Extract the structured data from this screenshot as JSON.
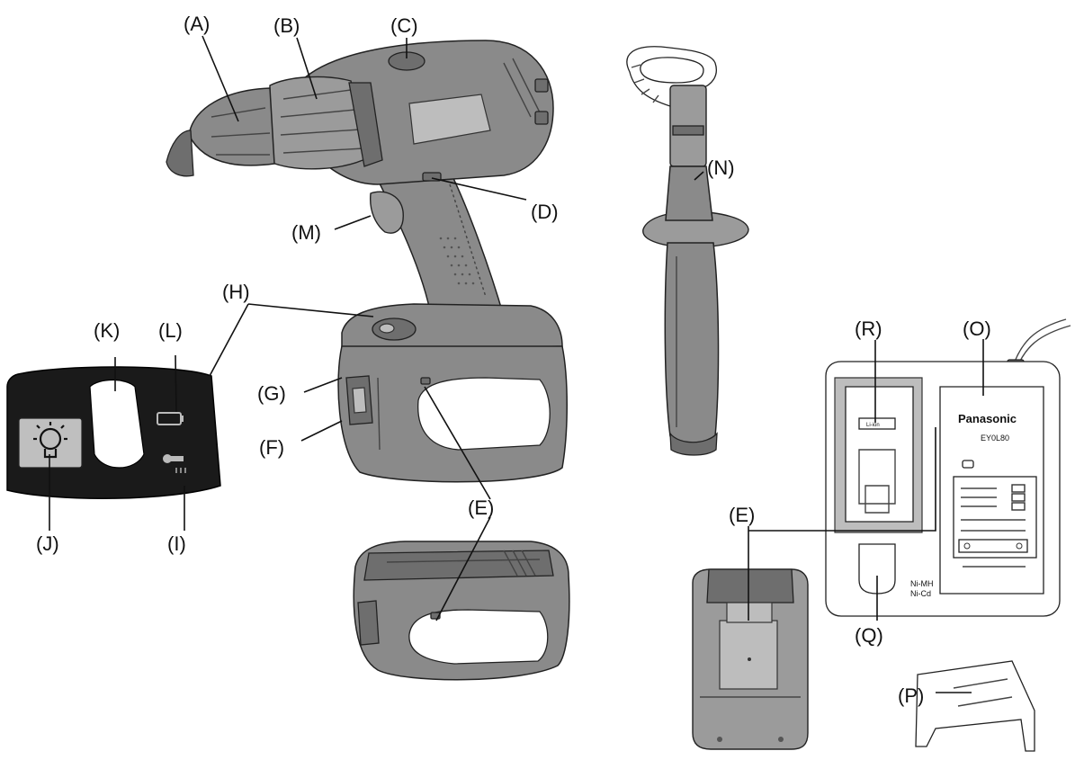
{
  "labels": {
    "A": "(A)",
    "B": "(B)",
    "C": "(C)",
    "D": "(D)",
    "E1": "(E)",
    "E2": "(E)",
    "F": "(F)",
    "G": "(G)",
    "H": "(H)",
    "I": "(I)",
    "J": "(J)",
    "K": "(K)",
    "L": "(L)",
    "M": "(M)",
    "N": "(N)",
    "O": "(O)",
    "P": "(P)",
    "Q": "(Q)",
    "R": "(R)"
  },
  "charger": {
    "brand": "Panasonic",
    "model": "EY0L80",
    "slot_label": "Li-ion",
    "nimh": "Ni-MH",
    "nicd": "Ni-Cd"
  }
}
